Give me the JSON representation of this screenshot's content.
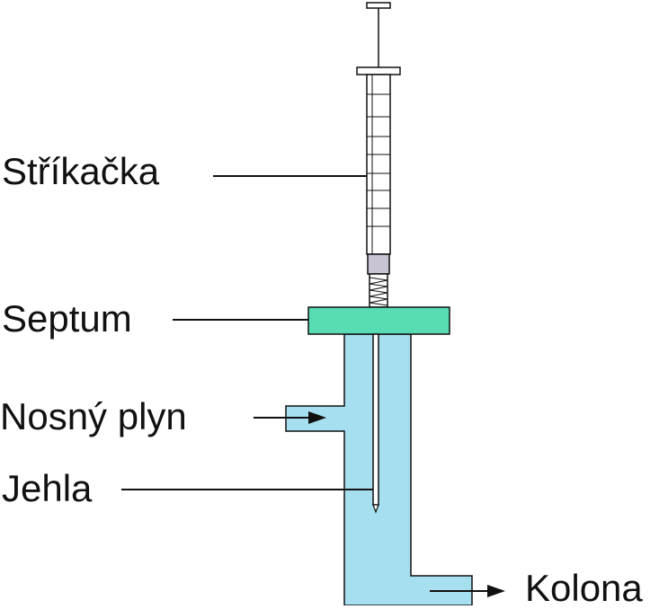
{
  "labels": {
    "syringe": "Stříkačka",
    "septum": "Septum",
    "carrier_gas": "Nosný plyn",
    "needle": "Jehla",
    "column": "Kolona"
  },
  "colors": {
    "injector_body": "#a6dff0",
    "septum": "#57dcb4",
    "syringe_barrel": "#ffffff",
    "syringe_plunger_tip": "#c9c4d4",
    "line": "#111111"
  }
}
